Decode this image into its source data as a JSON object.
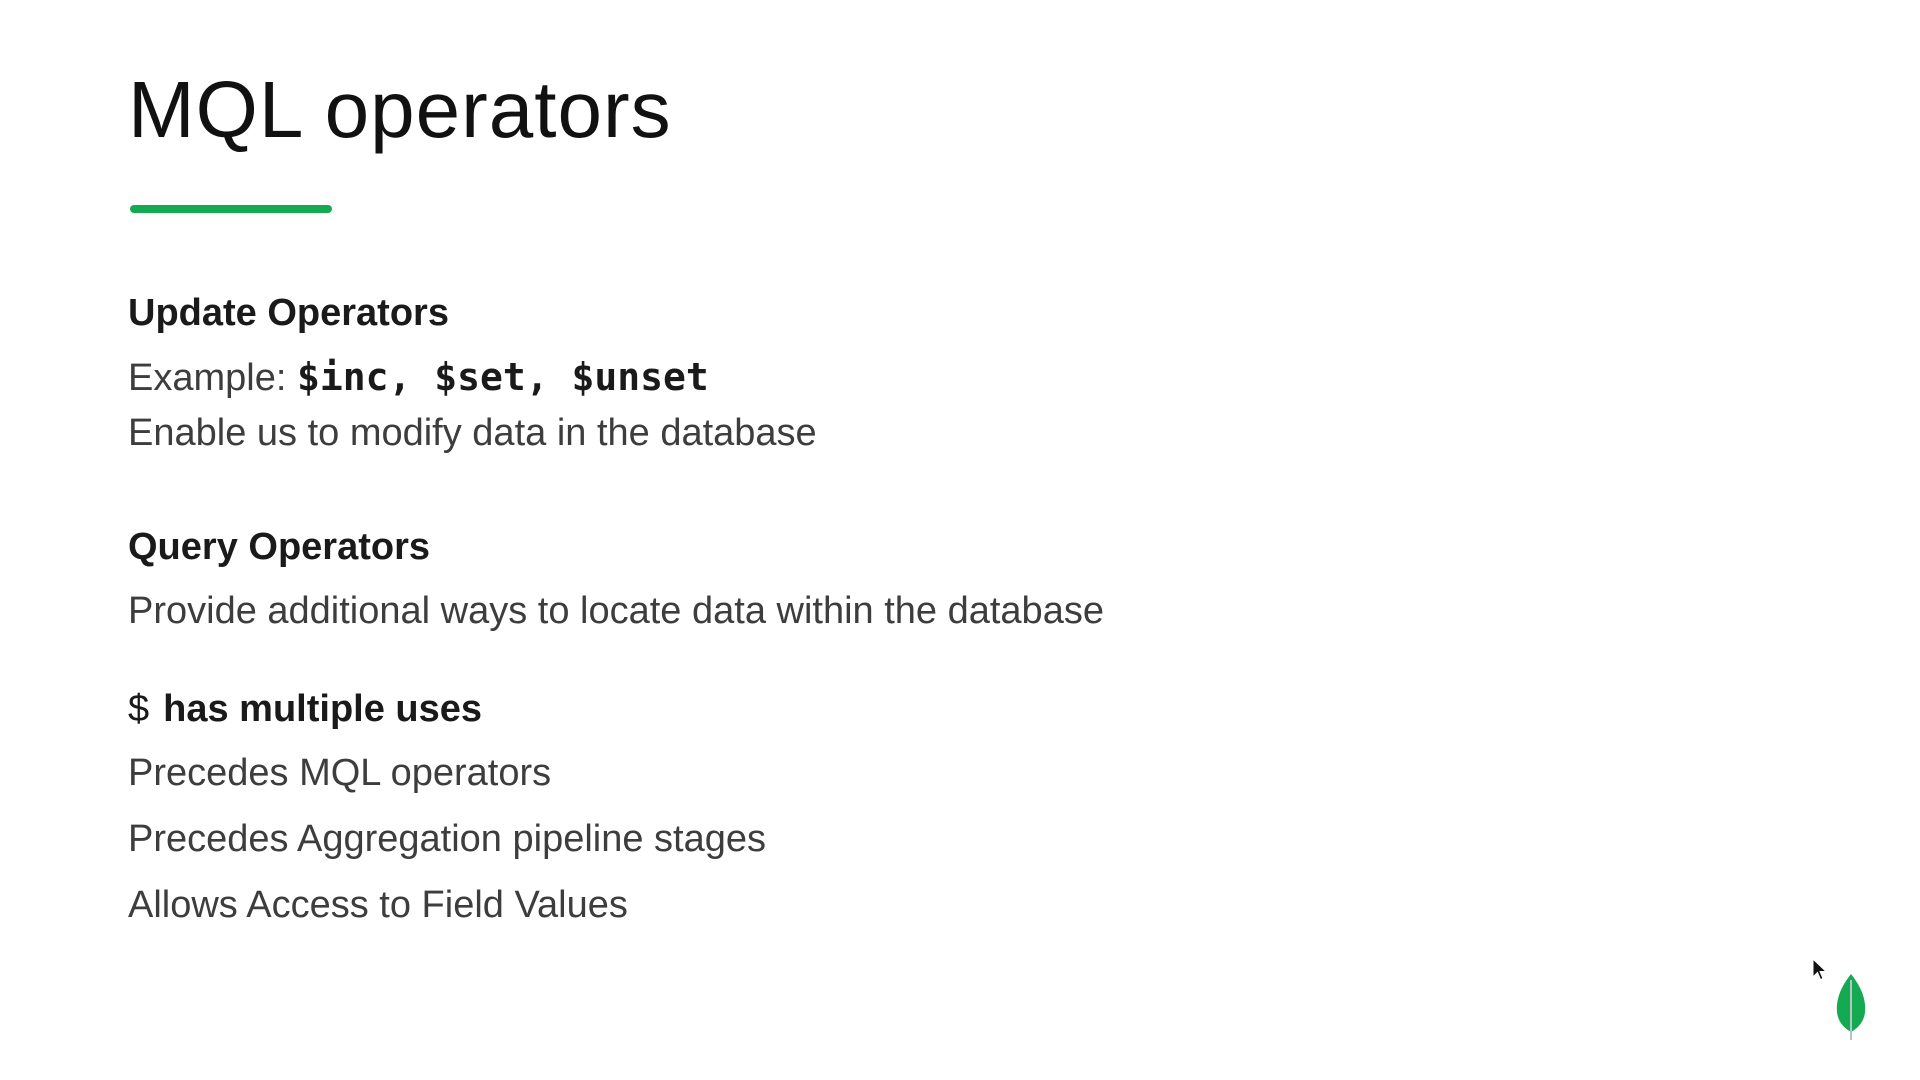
{
  "slide": {
    "title": "MQL operators",
    "sections": {
      "update": {
        "heading": "Update Operators",
        "example_prefix": "Example: ",
        "example_code": "$inc, $set, $unset",
        "description": "Enable us to modify data in the database"
      },
      "query": {
        "heading": "Query Operators",
        "description": "Provide additional ways to locate data within the database"
      },
      "dollar": {
        "symbol": "$",
        "heading_rest": "has multiple uses",
        "items": [
          "Precedes MQL operators",
          "Precedes Aggregation pipeline stages",
          "Allows Access to Field Values"
        ]
      }
    },
    "accent_color": "#13aa52",
    "logo_icon": "mongodb-leaf-icon",
    "cursor_icon": "mouse-pointer-icon"
  }
}
